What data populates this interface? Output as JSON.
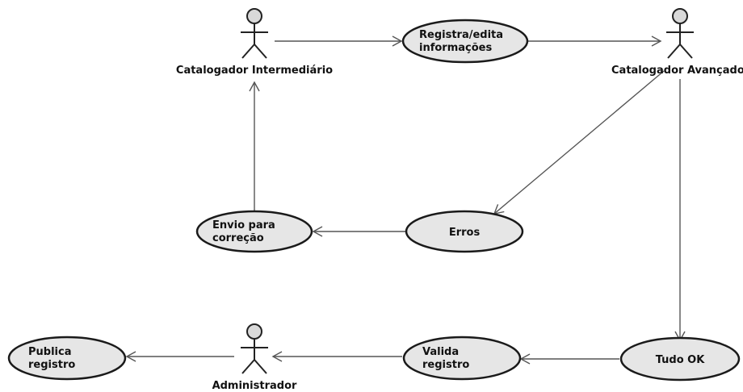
{
  "actors": {
    "intermediario": {
      "label": "Catalogador Intermediário"
    },
    "avancado": {
      "label": "Catalogador Avançado"
    },
    "administrador": {
      "label": "Administrador"
    }
  },
  "use_cases": {
    "registra": {
      "lines": [
        "Registra/edita",
        "informações"
      ]
    },
    "erros": {
      "lines": [
        "Erros"
      ]
    },
    "envio": {
      "lines": [
        "Envio para",
        "correção"
      ]
    },
    "tudo_ok": {
      "lines": [
        "Tudo OK"
      ]
    },
    "valida": {
      "lines": [
        "Valida",
        "registro"
      ]
    },
    "publica": {
      "lines": [
        "Publica",
        "registro"
      ]
    }
  },
  "edges": [
    {
      "from": "intermediario",
      "to": "registra"
    },
    {
      "from": "registra",
      "to": "avancado"
    },
    {
      "from": "avancado",
      "to": "erros"
    },
    {
      "from": "erros",
      "to": "envio"
    },
    {
      "from": "envio",
      "to": "intermediario"
    },
    {
      "from": "avancado",
      "to": "tudo_ok"
    },
    {
      "from": "tudo_ok",
      "to": "valida"
    },
    {
      "from": "valida",
      "to": "administrador"
    },
    {
      "from": "administrador",
      "to": "publica"
    }
  ],
  "colors": {
    "usecase_fill": "#e6e6e6",
    "stroke": "#1a1a1a",
    "edge": "#555555"
  }
}
